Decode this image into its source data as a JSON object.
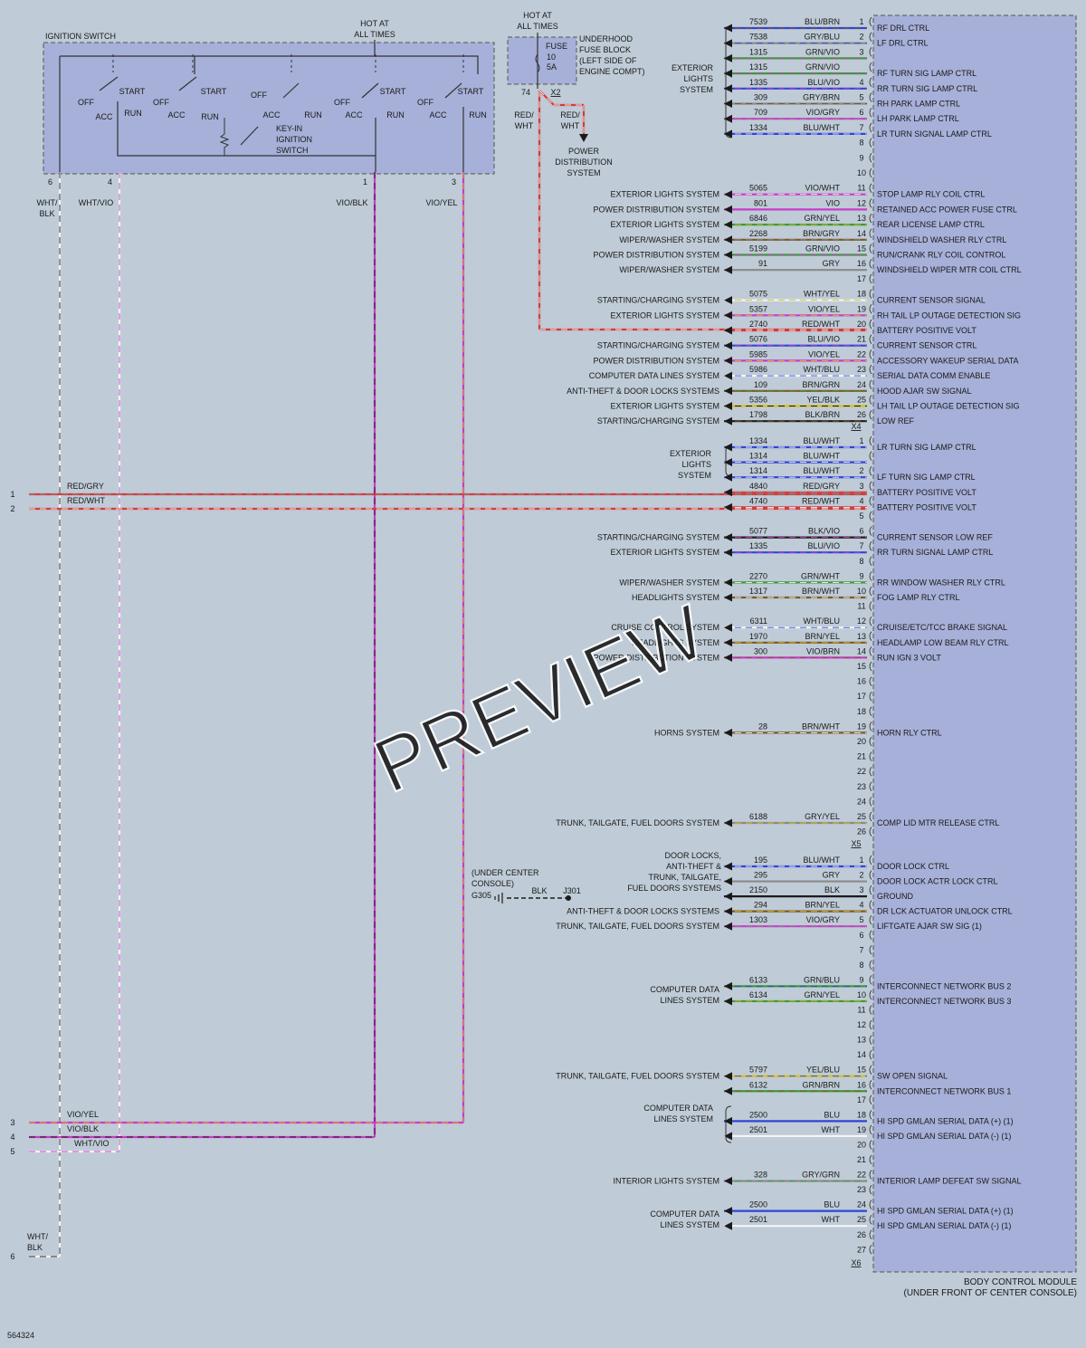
{
  "diagram_id": "564324",
  "watermark": "PREVIEW",
  "ignition": {
    "title": "IGNITION SWITCH",
    "hot_label": "HOT AT ALL TIMES",
    "key_in_label": "KEY-IN IGNITION SWITCH",
    "contact_labels": {
      "off": "OFF",
      "acc": "ACC",
      "run": "RUN",
      "start": "START"
    },
    "pins": [
      {
        "num": "6",
        "color": "WHT/BLK"
      },
      {
        "num": "4",
        "color": "WHT/VIO"
      },
      {
        "num": "1",
        "color": "VIO/BLK"
      },
      {
        "num": "3",
        "color": "VIO/YEL"
      }
    ]
  },
  "fuse": {
    "hot_label": "HOT AT ALL TIMES",
    "label": "FUSE",
    "number": "10",
    "amps": "5A",
    "block_label": "UNDERHOOD FUSE BLOCK (LEFT SIDE OF ENGINE COMPT)",
    "pin": "74",
    "connector": "X2",
    "wire1": "RED/WHT",
    "wire2": "RED/WHT",
    "dest": "POWER DISTRIBUTION SYSTEM"
  },
  "module": {
    "name": "BODY CONTROL MODULE",
    "location": "(UNDER FRONT OF CENTER CONSOLE)"
  },
  "left_wires": [
    {
      "num": "1",
      "color": "RED/GRY"
    },
    {
      "num": "2",
      "color": "RED/WHT"
    },
    {
      "num": "3",
      "color": "VIO/YEL"
    },
    {
      "num": "4",
      "color": "VIO/BLK"
    },
    {
      "num": "5",
      "color": "WHT/VIO"
    },
    {
      "num": "6",
      "color": "WHT/BLK"
    }
  ],
  "ground": {
    "location": "(UNDER CENTER CONSOLE)",
    "name": "G305",
    "color": "BLK",
    "splice": "J301"
  },
  "group_labels": [
    {
      "text": "EXTERIOR LIGHTS SYSTEM"
    },
    {
      "text": "EXTERIOR LIGHTS SYSTEM"
    },
    {
      "text": "COMPUTER DATA LINES SYSTEM"
    },
    {
      "text": "COMPUTER DATA LINES SYSTEM"
    },
    {
      "text": "DOOR LOCKS, ANTI-THEFT & TRUNK, TAILGATE, FUEL DOORS SYSTEMS"
    }
  ],
  "connectors": [
    {
      "name": "X4",
      "pins": [
        {
          "pin": "1",
          "circuit": "7539",
          "color": "BLU/BRN",
          "func": "RF DRL CTRL",
          "sys": ""
        },
        {
          "pin": "2",
          "circuit": "7538",
          "color": "GRY/BLU",
          "func": "LF DRL CTRL",
          "sys": ""
        },
        {
          "pin": "3",
          "circuit": "1315",
          "color": "GRN/VIO",
          "func": "",
          "sys": ""
        },
        {
          "pin": "",
          "circuit": "1315",
          "color": "GRN/VIO",
          "func": "RF TURN SIG LAMP CTRL",
          "sys": ""
        },
        {
          "pin": "4",
          "circuit": "1335",
          "color": "BLU/VIO",
          "func": "RR TURN SIG LAMP CTRL",
          "sys": ""
        },
        {
          "pin": "5",
          "circuit": "309",
          "color": "GRY/BRN",
          "func": "RH PARK LAMP CTRL",
          "sys": ""
        },
        {
          "pin": "6",
          "circuit": "709",
          "color": "VIO/GRY",
          "func": "LH PARK LAMP CTRL",
          "sys": ""
        },
        {
          "pin": "7",
          "circuit": "1334",
          "color": "BLU/WHT",
          "func": "LR TURN SIGNAL LAMP CTRL",
          "sys": ""
        },
        {
          "pin": "8",
          "circuit": "",
          "color": "",
          "func": "",
          "sys": ""
        },
        {
          "pin": "9",
          "circuit": "",
          "color": "",
          "func": "",
          "sys": ""
        },
        {
          "pin": "10",
          "circuit": "",
          "color": "",
          "func": "",
          "sys": ""
        },
        {
          "pin": "11",
          "circuit": "5065",
          "color": "VIO/WHT",
          "func": "STOP LAMP RLY COIL CTRL",
          "sys": "EXTERIOR LIGHTS SYSTEM"
        },
        {
          "pin": "12",
          "circuit": "801",
          "color": "VIO",
          "func": "RETAINED ACC POWER FUSE CTRL",
          "sys": "POWER DISTRIBUTION SYSTEM"
        },
        {
          "pin": "13",
          "circuit": "6846",
          "color": "GRN/YEL",
          "func": "REAR LICENSE LAMP CTRL",
          "sys": "EXTERIOR LIGHTS SYSTEM"
        },
        {
          "pin": "14",
          "circuit": "2268",
          "color": "BRN/GRY",
          "func": "WINDSHIELD WASHER RLY CTRL",
          "sys": "WIPER/WASHER SYSTEM"
        },
        {
          "pin": "15",
          "circuit": "5199",
          "color": "GRN/VIO",
          "func": "RUN/CRANK RLY COIL CONTROL",
          "sys": "POWER DISTRIBUTION SYSTEM"
        },
        {
          "pin": "16",
          "circuit": "91",
          "color": "GRY",
          "func": "WINDSHIELD WIPER MTR COIL CTRL",
          "sys": "WIPER/WASHER SYSTEM"
        },
        {
          "pin": "17",
          "circuit": "",
          "color": "",
          "func": "",
          "sys": ""
        },
        {
          "pin": "18",
          "circuit": "5075",
          "color": "WHT/YEL",
          "func": "CURRENT SENSOR SIGNAL",
          "sys": "STARTING/CHARGING SYSTEM"
        },
        {
          "pin": "19",
          "circuit": "5357",
          "color": "VIO/YEL",
          "func": "RH TAIL LP OUTAGE DETECTION SIG",
          "sys": "EXTERIOR LIGHTS SYSTEM"
        },
        {
          "pin": "20",
          "circuit": "2740",
          "color": "RED/WHT",
          "func": "BATTERY POSITIVE VOLT",
          "sys": ""
        },
        {
          "pin": "21",
          "circuit": "5076",
          "color": "BLU/VIO",
          "func": "CURRENT SENSOR CTRL",
          "sys": "STARTING/CHARGING SYSTEM"
        },
        {
          "pin": "22",
          "circuit": "5985",
          "color": "VIO/YEL",
          "func": "ACCESSORY WAKEUP SERIAL DATA",
          "sys": "POWER DISTRIBUTION SYSTEM"
        },
        {
          "pin": "23",
          "circuit": "5986",
          "color": "WHT/BLU",
          "func": "SERIAL DATA COMM ENABLE",
          "sys": "COMPUTER DATA LINES SYSTEM"
        },
        {
          "pin": "24",
          "circuit": "109",
          "color": "BRN/GRN",
          "func": "HOOD AJAR SW SIGNAL",
          "sys": "ANTI-THEFT & DOOR LOCKS SYSTEMS"
        },
        {
          "pin": "25",
          "circuit": "5356",
          "color": "YEL/BLK",
          "func": "LH TAIL LP OUTAGE DETECTION SIG",
          "sys": "EXTERIOR LIGHTS SYSTEM"
        },
        {
          "pin": "26",
          "circuit": "1798",
          "color": "BLK/BRN",
          "func": "LOW REF",
          "sys": "STARTING/CHARGING SYSTEM"
        }
      ]
    },
    {
      "name": "X5",
      "pins": [
        {
          "pin": "1",
          "circuit": "1334",
          "color": "BLU/WHT",
          "func": "LR TURN SIG LAMP CTRL",
          "sys": ""
        },
        {
          "pin": "",
          "circuit": "1314",
          "color": "BLU/WHT",
          "func": "",
          "sys": ""
        },
        {
          "pin": "2",
          "circuit": "1314",
          "color": "BLU/WHT",
          "func": "LF TURN SIG LAMP CTRL",
          "sys": ""
        },
        {
          "pin": "3",
          "circuit": "4840",
          "color": "RED/GRY",
          "func": "BATTERY POSITIVE VOLT",
          "sys": ""
        },
        {
          "pin": "4",
          "circuit": "4740",
          "color": "RED/WHT",
          "func": "BATTERY POSITIVE VOLT",
          "sys": ""
        },
        {
          "pin": "5",
          "circuit": "",
          "color": "",
          "func": "",
          "sys": ""
        },
        {
          "pin": "6",
          "circuit": "5077",
          "color": "BLK/VIO",
          "func": "CURRENT SENSOR LOW REF",
          "sys": "STARTING/CHARGING SYSTEM"
        },
        {
          "pin": "7",
          "circuit": "1335",
          "color": "BLU/VIO",
          "func": "RR TURN SIGNAL LAMP CTRL",
          "sys": "EXTERIOR LIGHTS SYSTEM"
        },
        {
          "pin": "8",
          "circuit": "",
          "color": "",
          "func": "",
          "sys": ""
        },
        {
          "pin": "9",
          "circuit": "2270",
          "color": "GRN/WHT",
          "func": "RR WINDOW WASHER RLY CTRL",
          "sys": "WIPER/WASHER SYSTEM"
        },
        {
          "pin": "10",
          "circuit": "1317",
          "color": "BRN/WHT",
          "func": "FOG LAMP RLY CTRL",
          "sys": "HEADLIGHTS SYSTEM"
        },
        {
          "pin": "11",
          "circuit": "",
          "color": "",
          "func": "",
          "sys": ""
        },
        {
          "pin": "12",
          "circuit": "6311",
          "color": "WHT/BLU",
          "func": "CRUISE/ETC/TCC BRAKE SIGNAL",
          "sys": "CRUISE CONTROL SYSTEM"
        },
        {
          "pin": "13",
          "circuit": "1970",
          "color": "BRN/YEL",
          "func": "HEADLAMP LOW BEAM RLY CTRL",
          "sys": "HEADLIGHTS SYSTEM"
        },
        {
          "pin": "14",
          "circuit": "300",
          "color": "VIO/BRN",
          "func": "RUN IGN 3 VOLT",
          "sys": "POWER DISTRIBUTION SYSTEM"
        },
        {
          "pin": "15",
          "circuit": "",
          "color": "",
          "func": "",
          "sys": ""
        },
        {
          "pin": "16",
          "circuit": "",
          "color": "",
          "func": "",
          "sys": ""
        },
        {
          "pin": "17",
          "circuit": "",
          "color": "",
          "func": "",
          "sys": ""
        },
        {
          "pin": "18",
          "circuit": "",
          "color": "",
          "func": "",
          "sys": ""
        },
        {
          "pin": "19",
          "circuit": "28",
          "color": "BRN/WHT",
          "func": "HORN RLY CTRL",
          "sys": "HORNS SYSTEM"
        },
        {
          "pin": "20",
          "circuit": "",
          "color": "",
          "func": "",
          "sys": ""
        },
        {
          "pin": "21",
          "circuit": "",
          "color": "",
          "func": "",
          "sys": ""
        },
        {
          "pin": "22",
          "circuit": "",
          "color": "",
          "func": "",
          "sys": ""
        },
        {
          "pin": "23",
          "circuit": "",
          "color": "",
          "func": "",
          "sys": ""
        },
        {
          "pin": "24",
          "circuit": "",
          "color": "",
          "func": "",
          "sys": ""
        },
        {
          "pin": "25",
          "circuit": "6188",
          "color": "GRY/YEL",
          "func": "COMP LID MTR RELEASE CTRL",
          "sys": "TRUNK, TAILGATE, FUEL DOORS SYSTEM"
        },
        {
          "pin": "26",
          "circuit": "",
          "color": "",
          "func": "",
          "sys": ""
        }
      ]
    },
    {
      "name": "X6",
      "pins": [
        {
          "pin": "1",
          "circuit": "195",
          "color": "BLU/WHT",
          "func": "DOOR LOCK CTRL",
          "sys": ""
        },
        {
          "pin": "2",
          "circuit": "295",
          "color": "GRY",
          "func": "DOOR LOCK ACTR LOCK CTRL",
          "sys": ""
        },
        {
          "pin": "3",
          "circuit": "2150",
          "color": "BLK",
          "func": "GROUND",
          "sys": ""
        },
        {
          "pin": "4",
          "circuit": "294",
          "color": "BRN/YEL",
          "func": "DR LCK ACTUATOR UNLOCK CTRL",
          "sys": "ANTI-THEFT & DOOR LOCKS SYSTEMS"
        },
        {
          "pin": "5",
          "circuit": "1303",
          "color": "VIO/GRY",
          "func": "LIFTGATE AJAR SW SIG (1)",
          "sys": "TRUNK, TAILGATE, FUEL DOORS SYSTEM"
        },
        {
          "pin": "6",
          "circuit": "",
          "color": "",
          "func": "",
          "sys": ""
        },
        {
          "pin": "7",
          "circuit": "",
          "color": "",
          "func": "",
          "sys": ""
        },
        {
          "pin": "8",
          "circuit": "",
          "color": "",
          "func": "",
          "sys": ""
        },
        {
          "pin": "9",
          "circuit": "6133",
          "color": "GRN/BLU",
          "func": "INTERCONNECT NETWORK BUS 2",
          "sys": ""
        },
        {
          "pin": "10",
          "circuit": "6134",
          "color": "GRN/YEL",
          "func": "INTERCONNECT NETWORK BUS 3",
          "sys": ""
        },
        {
          "pin": "11",
          "circuit": "",
          "color": "",
          "func": "",
          "sys": ""
        },
        {
          "pin": "12",
          "circuit": "",
          "color": "",
          "func": "",
          "sys": ""
        },
        {
          "pin": "13",
          "circuit": "",
          "color": "",
          "func": "",
          "sys": ""
        },
        {
          "pin": "14",
          "circuit": "",
          "color": "",
          "func": "",
          "sys": ""
        },
        {
          "pin": "15",
          "circuit": "5797",
          "color": "YEL/BLU",
          "func": "SW OPEN SIGNAL",
          "sys": "TRUNK, TAILGATE, FUEL DOORS SYSTEM"
        },
        {
          "pin": "16",
          "circuit": "6132",
          "color": "GRN/BRN",
          "func": "INTERCONNECT NETWORK BUS 1",
          "sys": ""
        },
        {
          "pin": "17",
          "circuit": "",
          "color": "",
          "func": "",
          "sys": ""
        },
        {
          "pin": "18",
          "circuit": "2500",
          "color": "BLU",
          "func": "HI SPD GMLAN SERIAL DATA (+) (1)",
          "sys": ""
        },
        {
          "pin": "19",
          "circuit": "2501",
          "color": "WHT",
          "func": "HI SPD GMLAN SERIAL DATA (-) (1)",
          "sys": ""
        },
        {
          "pin": "20",
          "circuit": "",
          "color": "",
          "func": "",
          "sys": ""
        },
        {
          "pin": "21",
          "circuit": "",
          "color": "",
          "func": "",
          "sys": ""
        },
        {
          "pin": "22",
          "circuit": "328",
          "color": "GRY/GRN",
          "func": "INTERIOR LAMP DEFEAT SW SIGNAL",
          "sys": "INTERIOR LIGHTS SYSTEM"
        },
        {
          "pin": "23",
          "circuit": "",
          "color": "",
          "func": "",
          "sys": ""
        },
        {
          "pin": "24",
          "circuit": "2500",
          "color": "BLU",
          "func": "HI SPD GMLAN SERIAL DATA (+) (1)",
          "sys": ""
        },
        {
          "pin": "25",
          "circuit": "2501",
          "color": "WHT",
          "func": "HI SPD GMLAN SERIAL DATA (-) (1)",
          "sys": ""
        },
        {
          "pin": "26",
          "circuit": "",
          "color": "",
          "func": "",
          "sys": ""
        },
        {
          "pin": "27",
          "circuit": "",
          "color": "",
          "func": "",
          "sys": ""
        }
      ]
    }
  ],
  "wire_colors": {
    "RED": "#d23c3c",
    "BLU": "#3044d8",
    "VIO": "#c83cc8",
    "GRN": "#3c9a3c",
    "GRY": "#8a8a8a",
    "BRN": "#7a5a2a",
    "WHT": "#f4f4f4",
    "YEL": "#d8c020",
    "BLK": "#1c1c1c"
  }
}
